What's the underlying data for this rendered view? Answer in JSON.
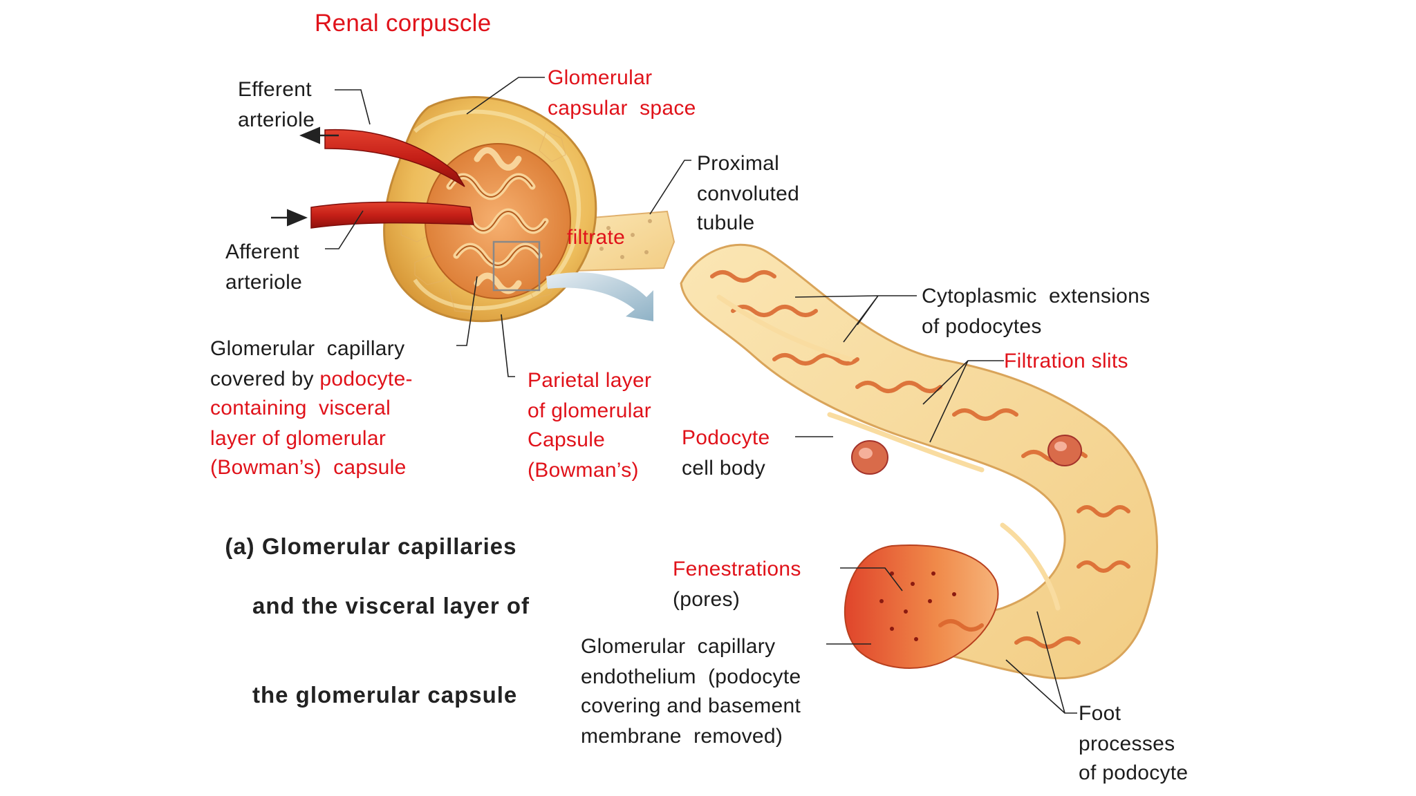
{
  "title": "Renal corpuscle",
  "labels": {
    "efferent_1": "Efferent",
    "efferent_2": "arteriole",
    "afferent_1": "Afferent",
    "afferent_2": "arteriole",
    "gcs_1": "Glomerular",
    "gcs_2": "capsular  space",
    "pct_1": "Proximal",
    "pct_2": "convoluted",
    "pct_3": "tubule",
    "filtrate": "filtrate",
    "glom_cap_1": "Glomerular  capillary",
    "glom_cap_2a": "covered by ",
    "glom_cap_2b": "podocyte-",
    "glom_cap_3": "containing  visceral",
    "glom_cap_4": "layer of glomerular",
    "glom_cap_5": "(Bowman’s)  capsule",
    "parietal_1": "Parietal layer",
    "parietal_2": "of glomerular",
    "parietal_3": "Capsule",
    "parietal_4": "(Bowman’s)",
    "cyto_1": "Cytoplasmic  extensions",
    "cyto_2": "of podocytes",
    "slits": "Filtration slits",
    "podocyte_1": "Podocyte",
    "podocyte_2": "cell body",
    "fen_1": "Fenestrations",
    "fen_2": "(pores)",
    "endo_1": "Glomerular  capillary",
    "endo_2": "endothelium  (podocyte",
    "endo_3": "covering and basement",
    "endo_4": "membrane  removed)",
    "foot_1": "Foot",
    "foot_2": "processes",
    "foot_3": "of podocyte"
  },
  "caption": {
    "line1": "(a) Glomerular capillaries",
    "line2": "and the visceral layer of",
    "line3": "the glomerular capsule"
  },
  "colors": {
    "label_red": "#e0121a",
    "label_dark": "#1c1c1c",
    "vessel": "#c8201c",
    "capsule": "#f1c56a",
    "tissue": "#f3a768"
  }
}
